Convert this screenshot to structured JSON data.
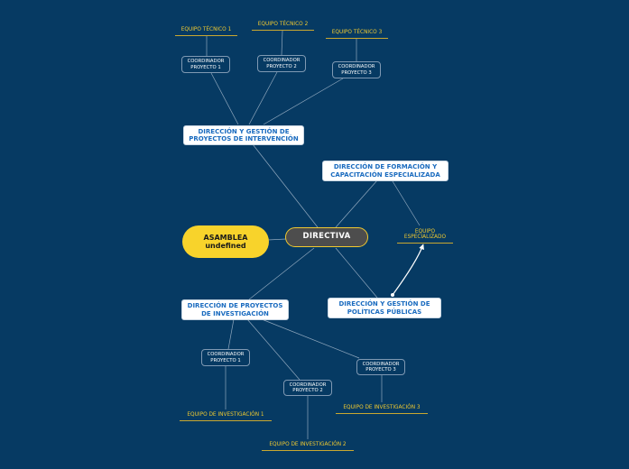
{
  "central": {
    "label": "DIRECTIVA"
  },
  "assembly": {
    "label": "ASAMBLEA\nundefined"
  },
  "branches": {
    "intervencion": "DIRECCIÓN Y GESTIÓN DE\nPROYECTOS DE INTERVENCIÓN",
    "formacion": "DIRECCIÓN DE FORMACIÓN Y\nCAPACITACIÓN ESPECIALIZADA",
    "investigacion": "DIRECCIÓN DE PROYECTOS\nDE INVESTIGACIÓN",
    "politicas": "DIRECCIÓN Y GESTIÓN DE\nPOLÍTICAS PÚBLICAS"
  },
  "coordinators": {
    "top1": "COORDINADOR\nPROYECTO 1",
    "top2": "COORDINADOR\nPROYECTO 2",
    "top3": "COORDINADOR\nPROYECTO 3",
    "bot1": "COORDINADOR\nPROYECTO 1",
    "bot2": "COORDINADOR\nPROYECTO 2",
    "bot3": "COORDINADOR\nPROYECTO 3"
  },
  "teams": {
    "tec1": "EQUIPO TÉCNICO 1",
    "tec2": "EQUIPO TÉCNICO 2",
    "tec3": "EQUIPO TÉCNICO 3",
    "especializado": "EQUIPO\nESPECIALIZADO",
    "inv1": "EQUIPO DE INVESTIGACIÓN 1",
    "inv2": "EQUIPO DE INVESTIGACIÓN 2",
    "inv3": "EQUIPO DE INVESTIGACIÓN 3"
  },
  "colors": {
    "background": "#063a63",
    "accent": "#f0c930",
    "link": "#8fa7bd",
    "branch_text": "#1a6bbf"
  }
}
